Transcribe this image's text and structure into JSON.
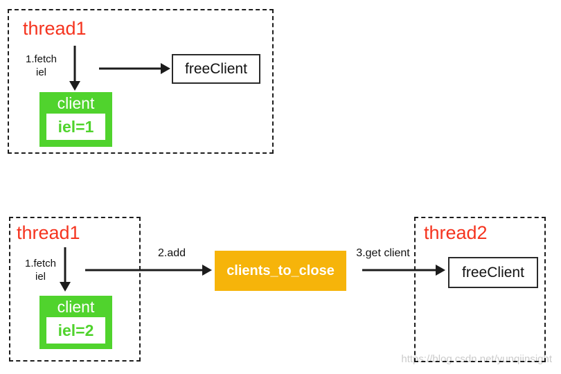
{
  "top_section": {
    "thread_label": "thread1",
    "fetch_step": {
      "line1": "1.fetch",
      "line2": "iel"
    },
    "client_box": {
      "title": "client",
      "value": "iel=1"
    },
    "free_client_label": "freeClient"
  },
  "bottom_section": {
    "thread1_label": "thread1",
    "fetch_step": {
      "line1": "1.fetch",
      "line2": "iel"
    },
    "client_box": {
      "title": "client",
      "value": "iel=2"
    },
    "add_step_label": "2.add",
    "queue_box_label": "clients_to_close",
    "get_client_step_label": "3.get client",
    "thread2_label": "thread2",
    "free_client_label": "freeClient"
  },
  "watermark": "https://blog.csdn.net/yunqiinsight",
  "colors": {
    "thread_red": "#f5341f",
    "client_green": "#50d32d",
    "queue_orange": "#f6b40a",
    "ink": "#1c1c1c",
    "watermark_gray": "#cbcbcb"
  }
}
